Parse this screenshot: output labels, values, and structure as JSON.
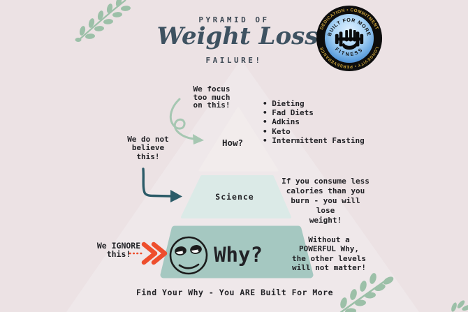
{
  "title": {
    "kicker": "PYRAMID OF",
    "main": "Weight Loss",
    "sub": "FAILURE!"
  },
  "logo": {
    "outer_top": "DEDICATION • COMMITMENT",
    "outer_bottom": "LONGEVITY • PERSEVERANCE",
    "inner_top": "BUILT FOR MORE",
    "inner_bottom": "FITNESS"
  },
  "annotations": {
    "focus": [
      "We focus",
      "too much",
      "on this!"
    ],
    "believe": [
      "We do not",
      "believe",
      "this!"
    ],
    "ignore": [
      "We IGNORE",
      "this!"
    ]
  },
  "bullets": [
    "Dieting",
    "Fad Diets",
    "Adkins",
    "Keto",
    "Intermittent Fasting"
  ],
  "pyramid": {
    "how": "How?",
    "science": "Science",
    "why": "Why?"
  },
  "notes": {
    "science": [
      "If you consume less",
      "calories than you",
      "burn - you will lose",
      "weight!"
    ],
    "why": [
      "Without a",
      "POWERFUL Why,",
      "the other levels",
      "will not matter!"
    ]
  },
  "footer": "Find Your Why - You ARE Built For More",
  "colors": {
    "background": "#ECE2E4",
    "ink": "#222226",
    "title": "#3E5261",
    "level_how": "#F2ECEC",
    "level_science": "#DBEAE7",
    "level_why": "#A5C8C1",
    "arrow_teal": "#2B5B68",
    "arrow_green": "#A6C7B2",
    "chevron_red": "#EE4E2D",
    "leaf_green": "#9CC0A8",
    "logo_gold": "#C9A23A",
    "logo_blue_dark": "#2F6CB8",
    "logo_blue_light": "#DFF0FF",
    "face_ink": "#1B1B1B"
  }
}
